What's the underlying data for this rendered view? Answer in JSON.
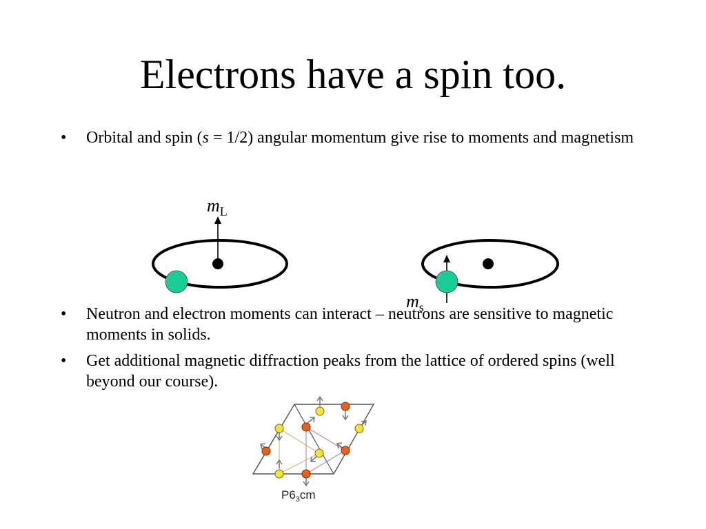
{
  "slide": {
    "title": "Electrons have a spin too.",
    "bullet_symbol": "•",
    "bullets": [
      {
        "before": "Orbital and spin (",
        "italic": "s",
        "after": " = 1/2) angular momentum give rise to moments and magnetism"
      },
      {
        "text": "Neutron and electron moments can interact – neutrons are sensitive to magnetic moments in solids."
      },
      {
        "text": "Get additional magnetic diffraction peaks from the lattice of ordered spins (well beyond our course)."
      }
    ]
  },
  "diagram": {
    "orbital_label": {
      "symbol": "m",
      "subscript": "L"
    },
    "spin_label": {
      "symbol": "m",
      "subscript": "s"
    },
    "electron_color": "#1ccc96",
    "orbit_color": "#000000"
  },
  "lattice_figure": {
    "caption_main": "P6",
    "caption_sub": "3",
    "caption_end": "cm",
    "atom_colors": {
      "yellow": "#f2e33a",
      "orange": "#e8601c"
    }
  }
}
